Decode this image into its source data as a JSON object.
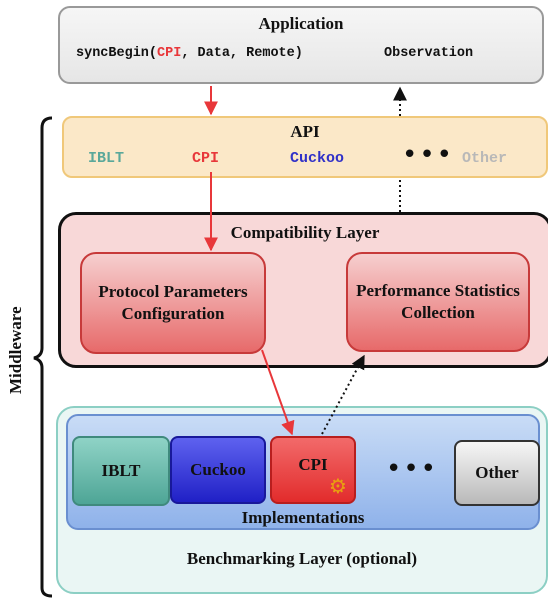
{
  "application": {
    "title": "Application",
    "call_prefix": "syncBegin(",
    "call_cpi": "CPI",
    "call_suffix": ", Data, Remote)",
    "observation": "Observation"
  },
  "api": {
    "title": "API",
    "items": [
      "IBLT",
      "CPI",
      "Cuckoo",
      "Other"
    ],
    "dots": "•••",
    "colors": {
      "iblt": "#5aa89a",
      "cpi": "#e8373a",
      "cuckoo": "#3030c8",
      "other": "#b8b8b8"
    }
  },
  "compat": {
    "title": "Compatibility Layer",
    "protocol": "Protocol Parameters Configuration",
    "performance": "Performance Statistics Collection"
  },
  "implementations": {
    "title": "Implementations",
    "items": [
      "IBLT",
      "Cuckoo",
      "CPI",
      "Other"
    ],
    "dots": "•••"
  },
  "benchmark": {
    "title": "Benchmarking Layer (optional)"
  },
  "middleware_label": "Middleware",
  "icons": {
    "gear": "gear-icon"
  },
  "colors": {
    "flow_red": "#e8373a",
    "flow_dotted": "#111111"
  }
}
